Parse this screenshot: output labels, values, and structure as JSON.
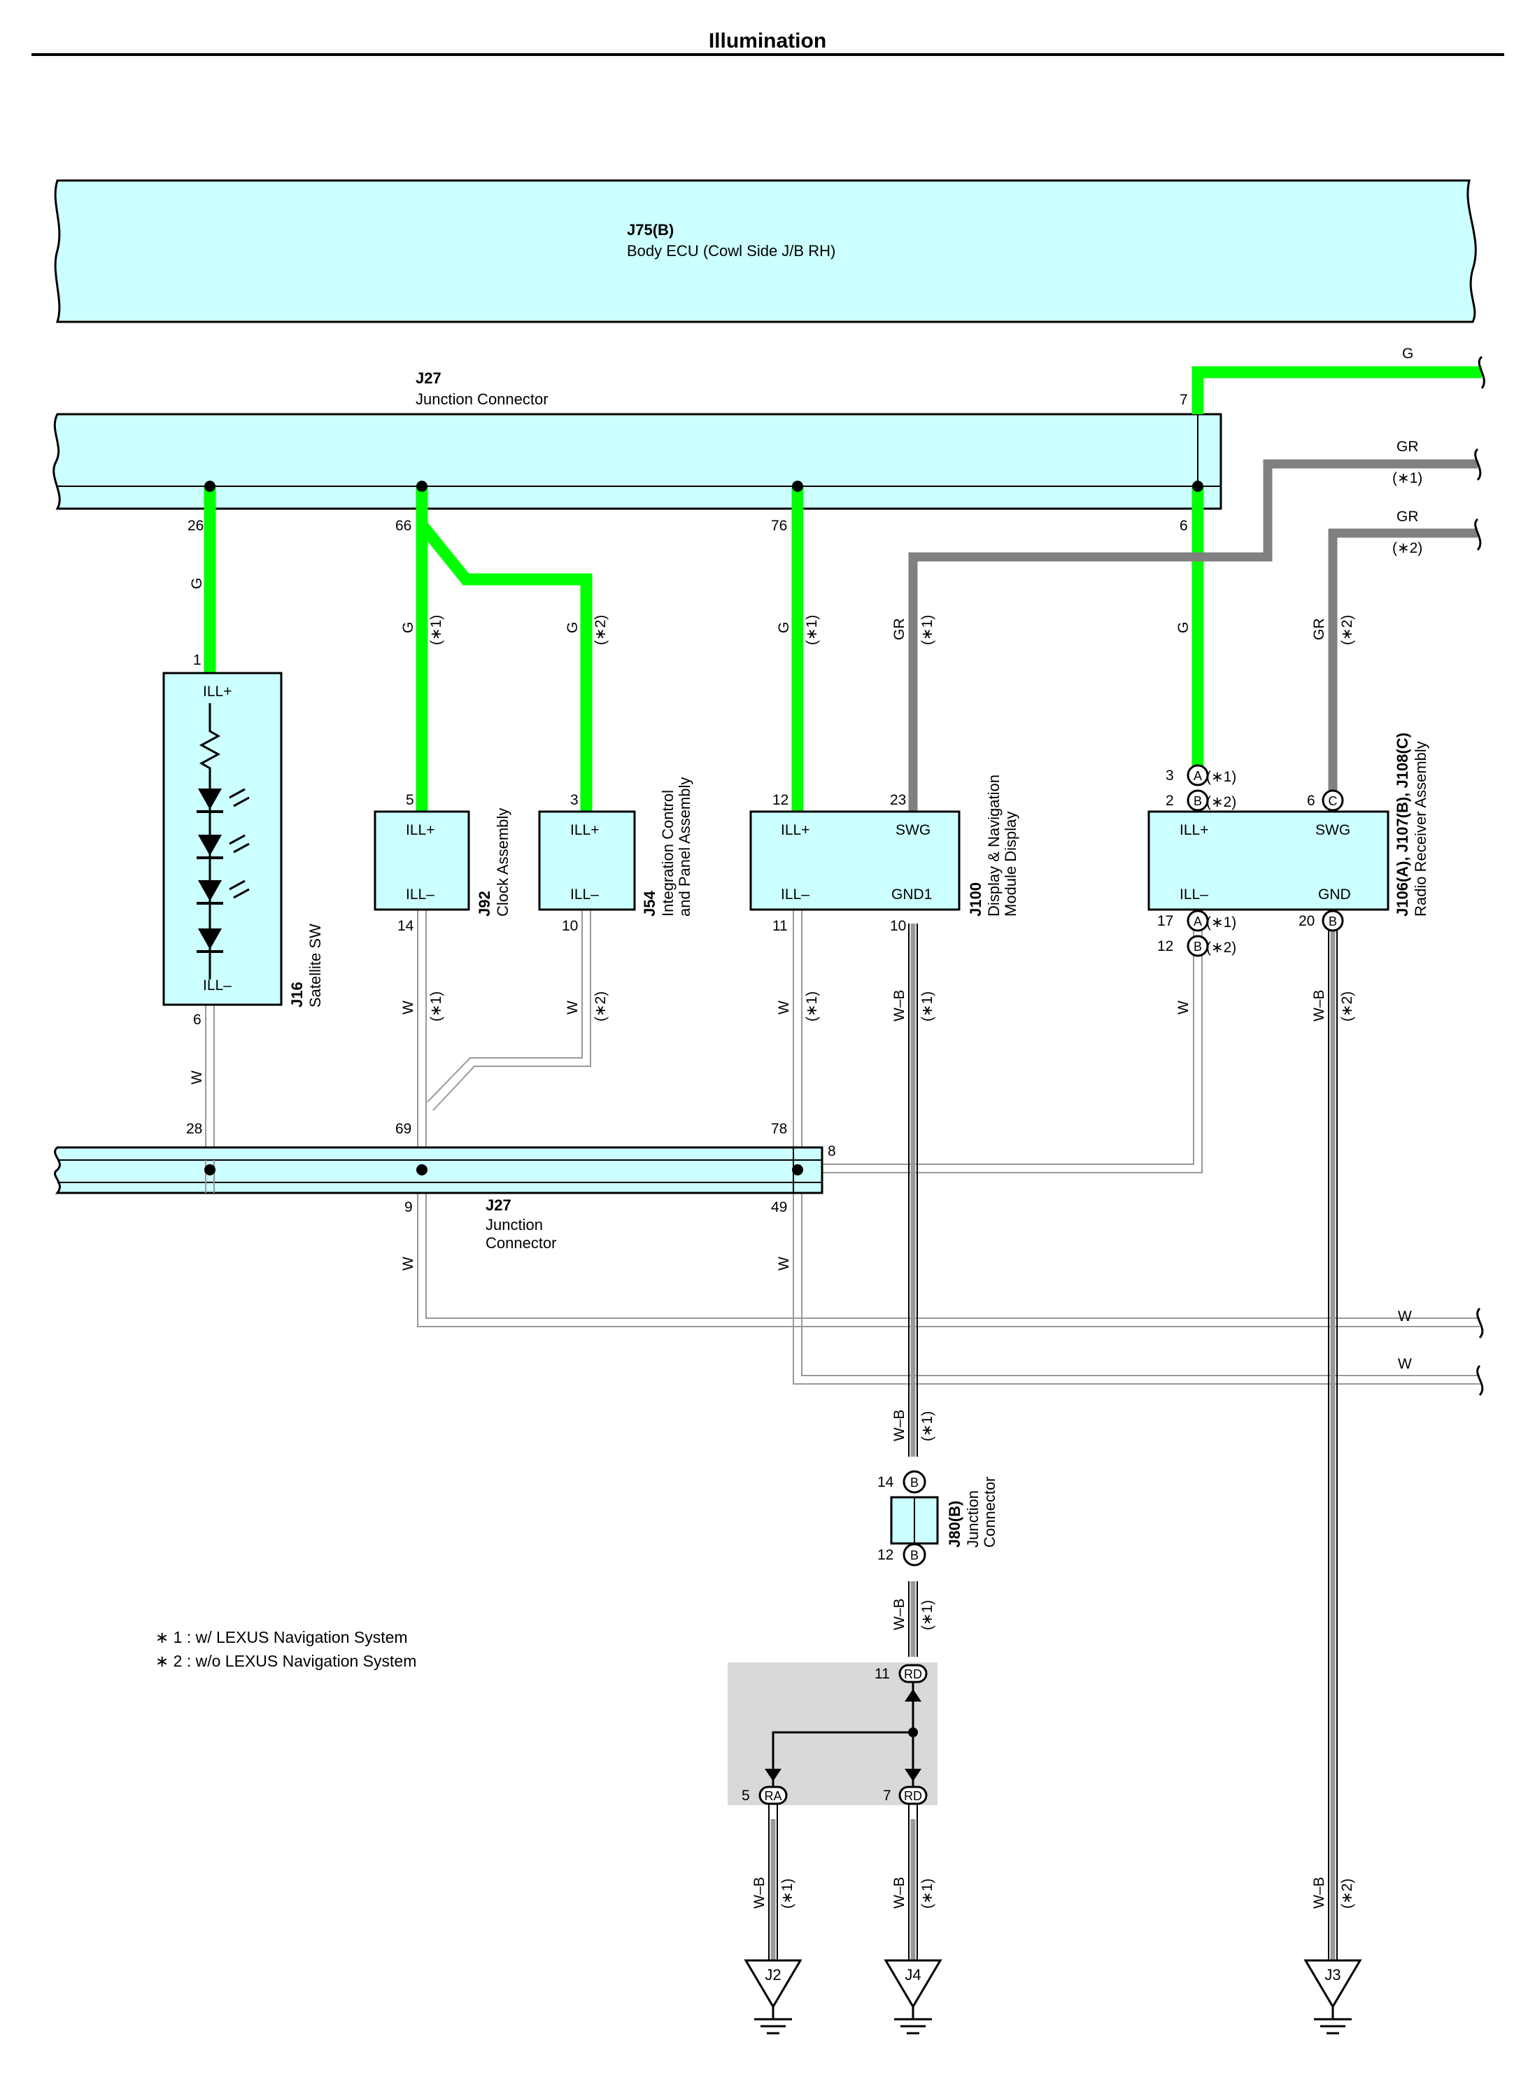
{
  "title": "Illumination",
  "components": {
    "body_ecu": {
      "code": "J75(B)",
      "name": "Body ECU (Cowl Side J/B RH)"
    },
    "jc_top": {
      "code": "J27",
      "name": "Junction Connector"
    },
    "jc_bottom": {
      "code": "J27",
      "name_line1": "Junction",
      "name_line2": "Connector"
    },
    "satellite_sw": {
      "code": "J16",
      "name": "Satellite SW",
      "term_plus": "ILL+",
      "term_minus": "ILL–"
    },
    "clock": {
      "code": "J92",
      "name": "Clock Assembly",
      "term_plus": "ILL+",
      "term_minus": "ILL–"
    },
    "integration_panel": {
      "code": "J54",
      "name_line1": "Integration Control",
      "name_line2": "and Panel Assembly",
      "term_plus": "ILL+",
      "term_minus": "ILL–"
    },
    "display_nav": {
      "code": "J100",
      "name_line1": "Display & Navigation",
      "name_line2": "Module Display",
      "term_plus": "ILL+",
      "term_swg": "SWG",
      "term_minus": "ILL–",
      "term_gnd": "GND1"
    },
    "radio_receiver": {
      "code": "J106(A), J107(B), J108(C)",
      "name": "Radio Receiver Assembly",
      "term_plus": "ILL+",
      "term_swg": "SWG",
      "term_minus": "ILL–",
      "term_gnd": "GND"
    },
    "jc_j80": {
      "code": "J80(B)",
      "name_line1": "Junction",
      "name_line2": "Connector"
    }
  },
  "pins": {
    "p26": "26",
    "p66": "66",
    "p76": "76",
    "p6": "6",
    "p7": "7",
    "p1": "1",
    "p5": "5",
    "p3": "3",
    "p12": "12",
    "p23": "23",
    "p14": "14",
    "p10a": "10",
    "p11": "11",
    "p10b": "10",
    "p6b": "6",
    "p28": "28",
    "p69": "69",
    "p78": "78",
    "p8": "8",
    "p9": "9",
    "p49": "49",
    "r3": "3",
    "r2": "2",
    "r6": "6",
    "r17": "17",
    "r12": "12",
    "r20": "20",
    "j14": "14",
    "j12": "12",
    "e11": "11",
    "e5": "5",
    "e7": "7"
  },
  "connector_letters": {
    "a": "A",
    "b": "B",
    "c": "C",
    "rd": "RD",
    "ra": "RA"
  },
  "wire_colors": {
    "g": "G",
    "gr": "GR",
    "w": "W",
    "wb": "W–B"
  },
  "conditions": {
    "c1": "(∗1)",
    "c2": "(∗2)"
  },
  "grounds": {
    "g1": "J2",
    "g2": "J4",
    "g3": "J3"
  },
  "notes": {
    "n1": "∗ 1 : w/ LEXUS Navigation System",
    "n2": "∗ 2 : w/o LEXUS Navigation System"
  },
  "colors": {
    "green_wire": "#00ff00",
    "gray_wire": "#808080",
    "component_fill": "#ccffff",
    "splice_box": "#d9d9d9"
  }
}
